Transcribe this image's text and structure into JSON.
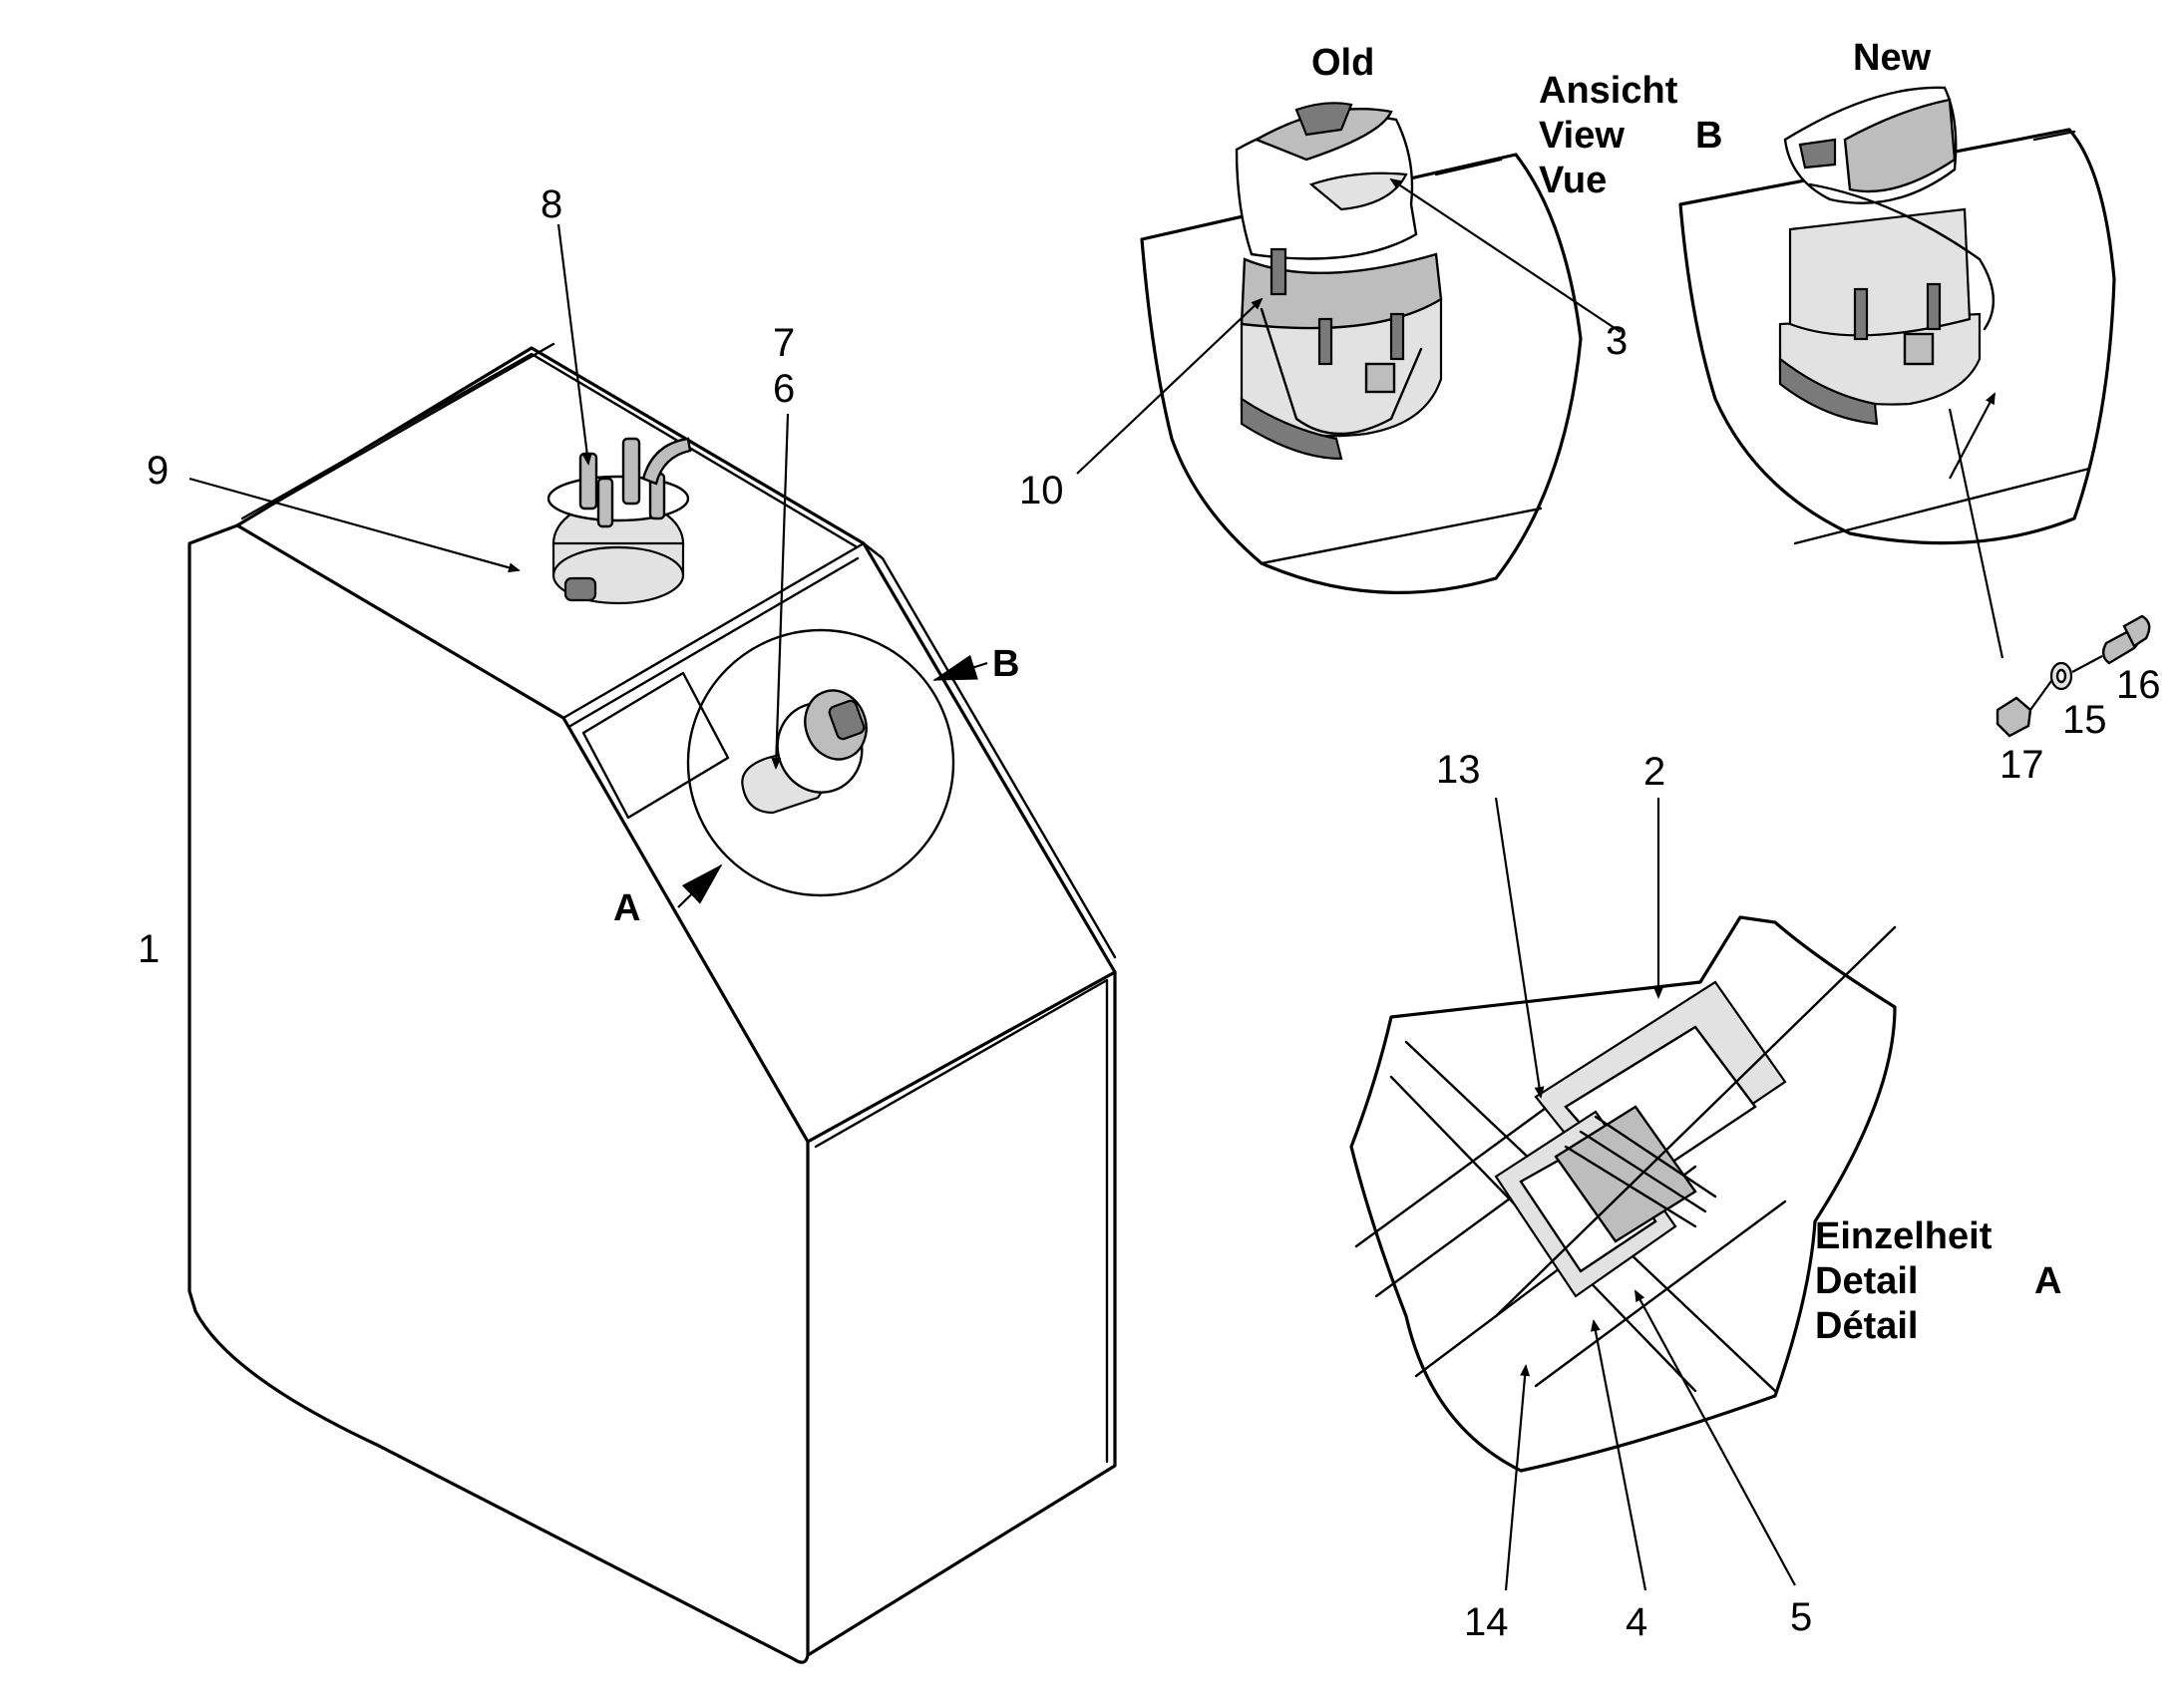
{
  "callouts": {
    "n1": "1",
    "n2": "2",
    "n3": "3",
    "n4": "4",
    "n5": "5",
    "n6": "6",
    "n7": "7",
    "n8": "8",
    "n9": "9",
    "n10": "10",
    "n13": "13",
    "n14": "14",
    "n15": "15",
    "n16": "16",
    "n17": "17"
  },
  "views": {
    "old_label": "Old",
    "new_label": "New",
    "view_b": {
      "line1": "Ansicht",
      "line2": "View",
      "line3": "Vue",
      "letter": "B"
    },
    "detail_a": {
      "line1": "Einzelheit",
      "line2": "Detail",
      "line3": "Détail",
      "letter": "A"
    },
    "arrow_a": "A",
    "arrow_b": "B"
  }
}
